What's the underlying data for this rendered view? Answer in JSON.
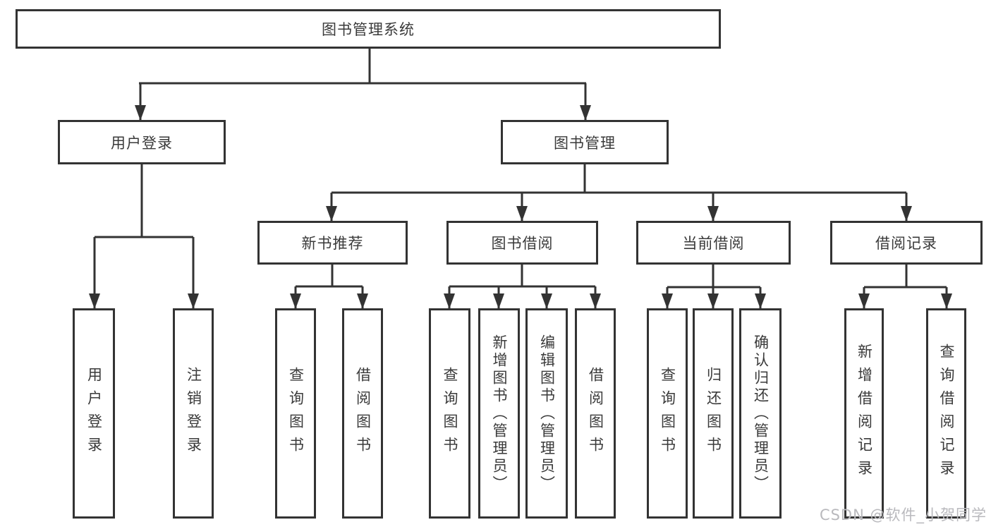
{
  "diagram": {
    "root": {
      "label": "图书管理系统"
    },
    "branches": {
      "user_login": {
        "label": "用户登录",
        "children": [
          {
            "label": "用户登录"
          },
          {
            "label": "注销登录"
          }
        ]
      },
      "book_management": {
        "label": "图书管理",
        "children": [
          {
            "label": "新书推荐",
            "children": [
              {
                "label": "查询图书"
              },
              {
                "label": "借阅图书"
              }
            ]
          },
          {
            "label": "图书借阅",
            "children": [
              {
                "label": "查询图书"
              },
              {
                "label": "新增图书（管理员）"
              },
              {
                "label": "编辑图书（管理员）"
              },
              {
                "label": "借阅图书"
              }
            ]
          },
          {
            "label": "当前借阅",
            "children": [
              {
                "label": "查询图书"
              },
              {
                "label": "归还图书"
              },
              {
                "label": "确认归还（管理员）"
              }
            ]
          },
          {
            "label": "借阅记录",
            "children": [
              {
                "label": "新增借阅记录"
              },
              {
                "label": "查询借阅记录"
              }
            ]
          }
        ]
      }
    }
  },
  "watermark": "CSDN @软件_小贺同学",
  "colors": {
    "line": "#333333",
    "box_border": "#333333",
    "text": "#3a3a3a",
    "watermark": "#b9b9bd",
    "background": "#ffffff"
  }
}
